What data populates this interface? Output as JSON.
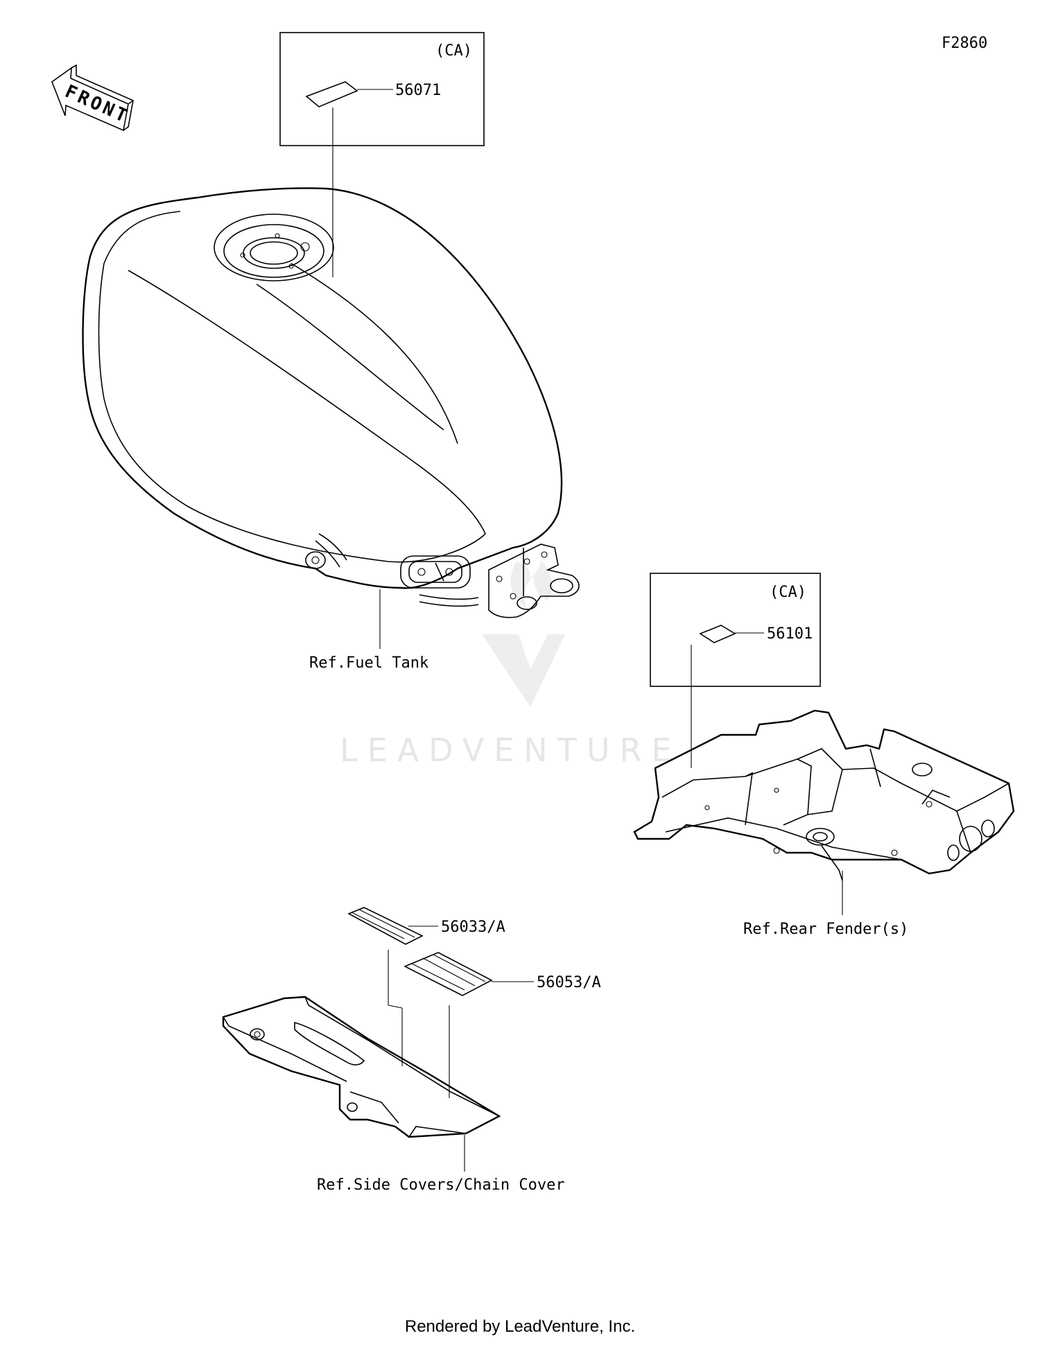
{
  "diagram_code": "F2860",
  "front_label": "FRONT",
  "callouts": {
    "fuel_tank_box": {
      "tag": "(CA)",
      "part": "56071"
    },
    "rear_fender_box": {
      "tag": "(CA)",
      "part": "56101"
    },
    "side_cover_upper": {
      "part": "56033/A"
    },
    "side_cover_lower": {
      "part": "56053/A"
    }
  },
  "references": {
    "fuel_tank": "Ref.Fuel Tank",
    "rear_fender": "Ref.Rear Fender(s)",
    "side_covers": "Ref.Side Covers/Chain Cover"
  },
  "watermark": "LEADVENTURE",
  "footer": "Rendered by LeadVenture, Inc."
}
